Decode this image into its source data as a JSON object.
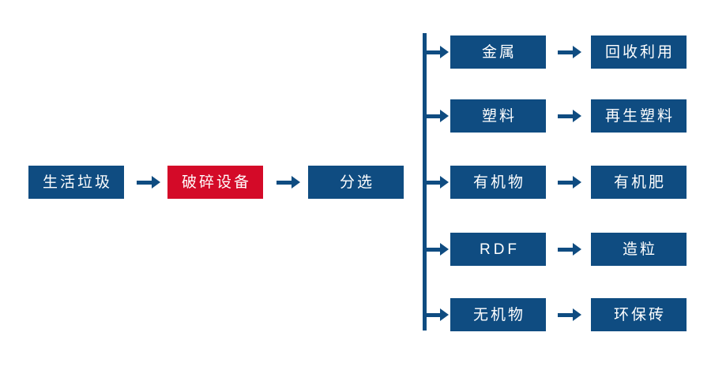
{
  "diagram": {
    "type": "process-flowchart",
    "title": "",
    "background_color": "#ffffff",
    "colors": {
      "primary_blue": "#0f4c81",
      "highlight_red": "#d40a28",
      "node_text": "#ffffff",
      "connector": "#0f4c81"
    },
    "main_chain": [
      {
        "label": "生活垃圾",
        "color": "blue",
        "script": "han"
      },
      {
        "label": "破碎设备",
        "color": "red",
        "script": "han"
      },
      {
        "label": "分选",
        "color": "blue",
        "script": "han"
      }
    ],
    "branches": [
      {
        "material": "金属",
        "product": "回收利用",
        "material_script": "han",
        "product_script": "han"
      },
      {
        "material": "塑料",
        "product": "再生塑料",
        "material_script": "han",
        "product_script": "han"
      },
      {
        "material": "有机物",
        "product": "有机肥",
        "material_script": "han",
        "product_script": "han"
      },
      {
        "material": "RDF",
        "product": "造粒",
        "material_script": "latin",
        "product_script": "han"
      },
      {
        "material": "无机物",
        "product": "环保砖",
        "material_script": "han",
        "product_script": "han"
      }
    ],
    "icons": {
      "arrow": "arrow-right-icon",
      "trunk": "vertical-branch-connector"
    }
  }
}
